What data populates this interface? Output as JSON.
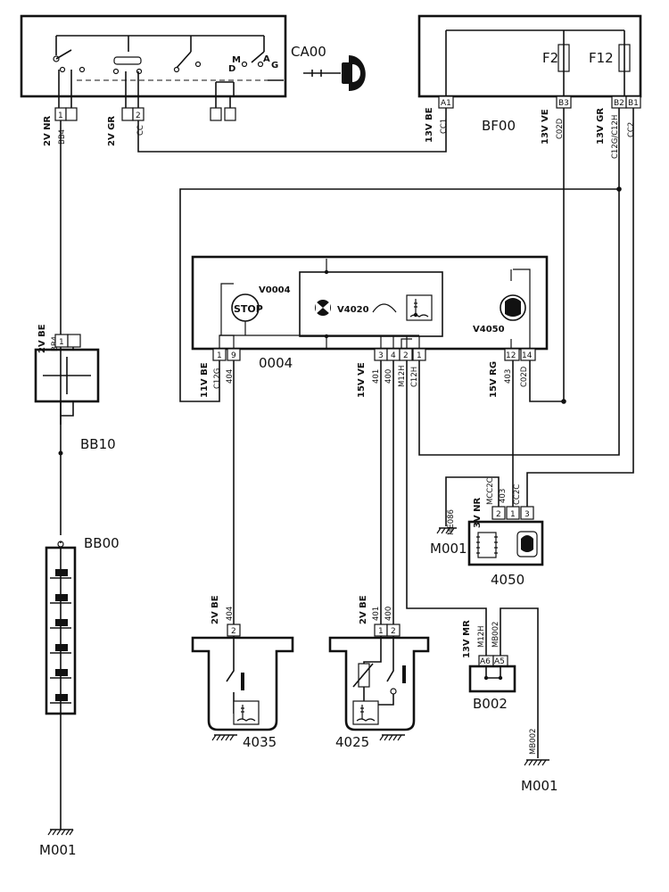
{
  "components": {
    "ca00": "CA00",
    "bf00": "BF00",
    "fuse_f2": "F2",
    "fuse_f12": "F12",
    "panel_0004": "0004",
    "v0004": "V0004",
    "stop_text": "STOP",
    "v4020": "V4020",
    "v4050": "V4050",
    "bb10": "BB10",
    "bb00": "BB00",
    "c4050": "4050",
    "c4035": "4035",
    "c4025": "4025",
    "b002": "B002",
    "m001": "M001",
    "switch_letters": {
      "m": "M",
      "d": "D",
      "a": "A",
      "g": "G"
    }
  },
  "connectors": {
    "ca00_left": "2V NR",
    "ca00_mid": "2V GR",
    "bf00_a1": "13V BE",
    "bf00_b3": "13V VE",
    "bf00_b2b1": "13V GR",
    "bb10_top": "2V BE",
    "p0004_left": "11V BE",
    "p0004_mid": "15V VE",
    "p0004_right": "15V RG",
    "c4050": "3V NR",
    "c4035": "2V BE",
    "c4025": "2V BE",
    "b002": "13V MR"
  },
  "pins": {
    "ca00": [
      "1",
      "2"
    ],
    "bf00": [
      "A1",
      "B3",
      "B2",
      "B1"
    ],
    "bb10": "1",
    "p0004_left": [
      "1",
      "9"
    ],
    "p0004_mid": [
      "3",
      "4",
      "2",
      "1"
    ],
    "p0004_right": [
      "12",
      "14"
    ],
    "c4050": [
      "2",
      "1",
      "3"
    ],
    "c4035": "2",
    "c4025": [
      "1",
      "2"
    ],
    "b002": [
      "A6",
      "A5"
    ]
  },
  "wires": {
    "bb4": "BB4",
    "cc": "CC",
    "cc1": "CC1",
    "c02d": "C02D",
    "c12g_c12h": "C12G/C12H",
    "cc2": "CC2",
    "c12g": "C12G",
    "w404": "404",
    "w401": "401",
    "w400": "400",
    "m12h": "M12H",
    "c12h": "C12H",
    "w403": "403",
    "mcc2c": "MCC2C",
    "cc2c": "CC2C",
    "me086": "ME086",
    "mb002": "MB002"
  }
}
